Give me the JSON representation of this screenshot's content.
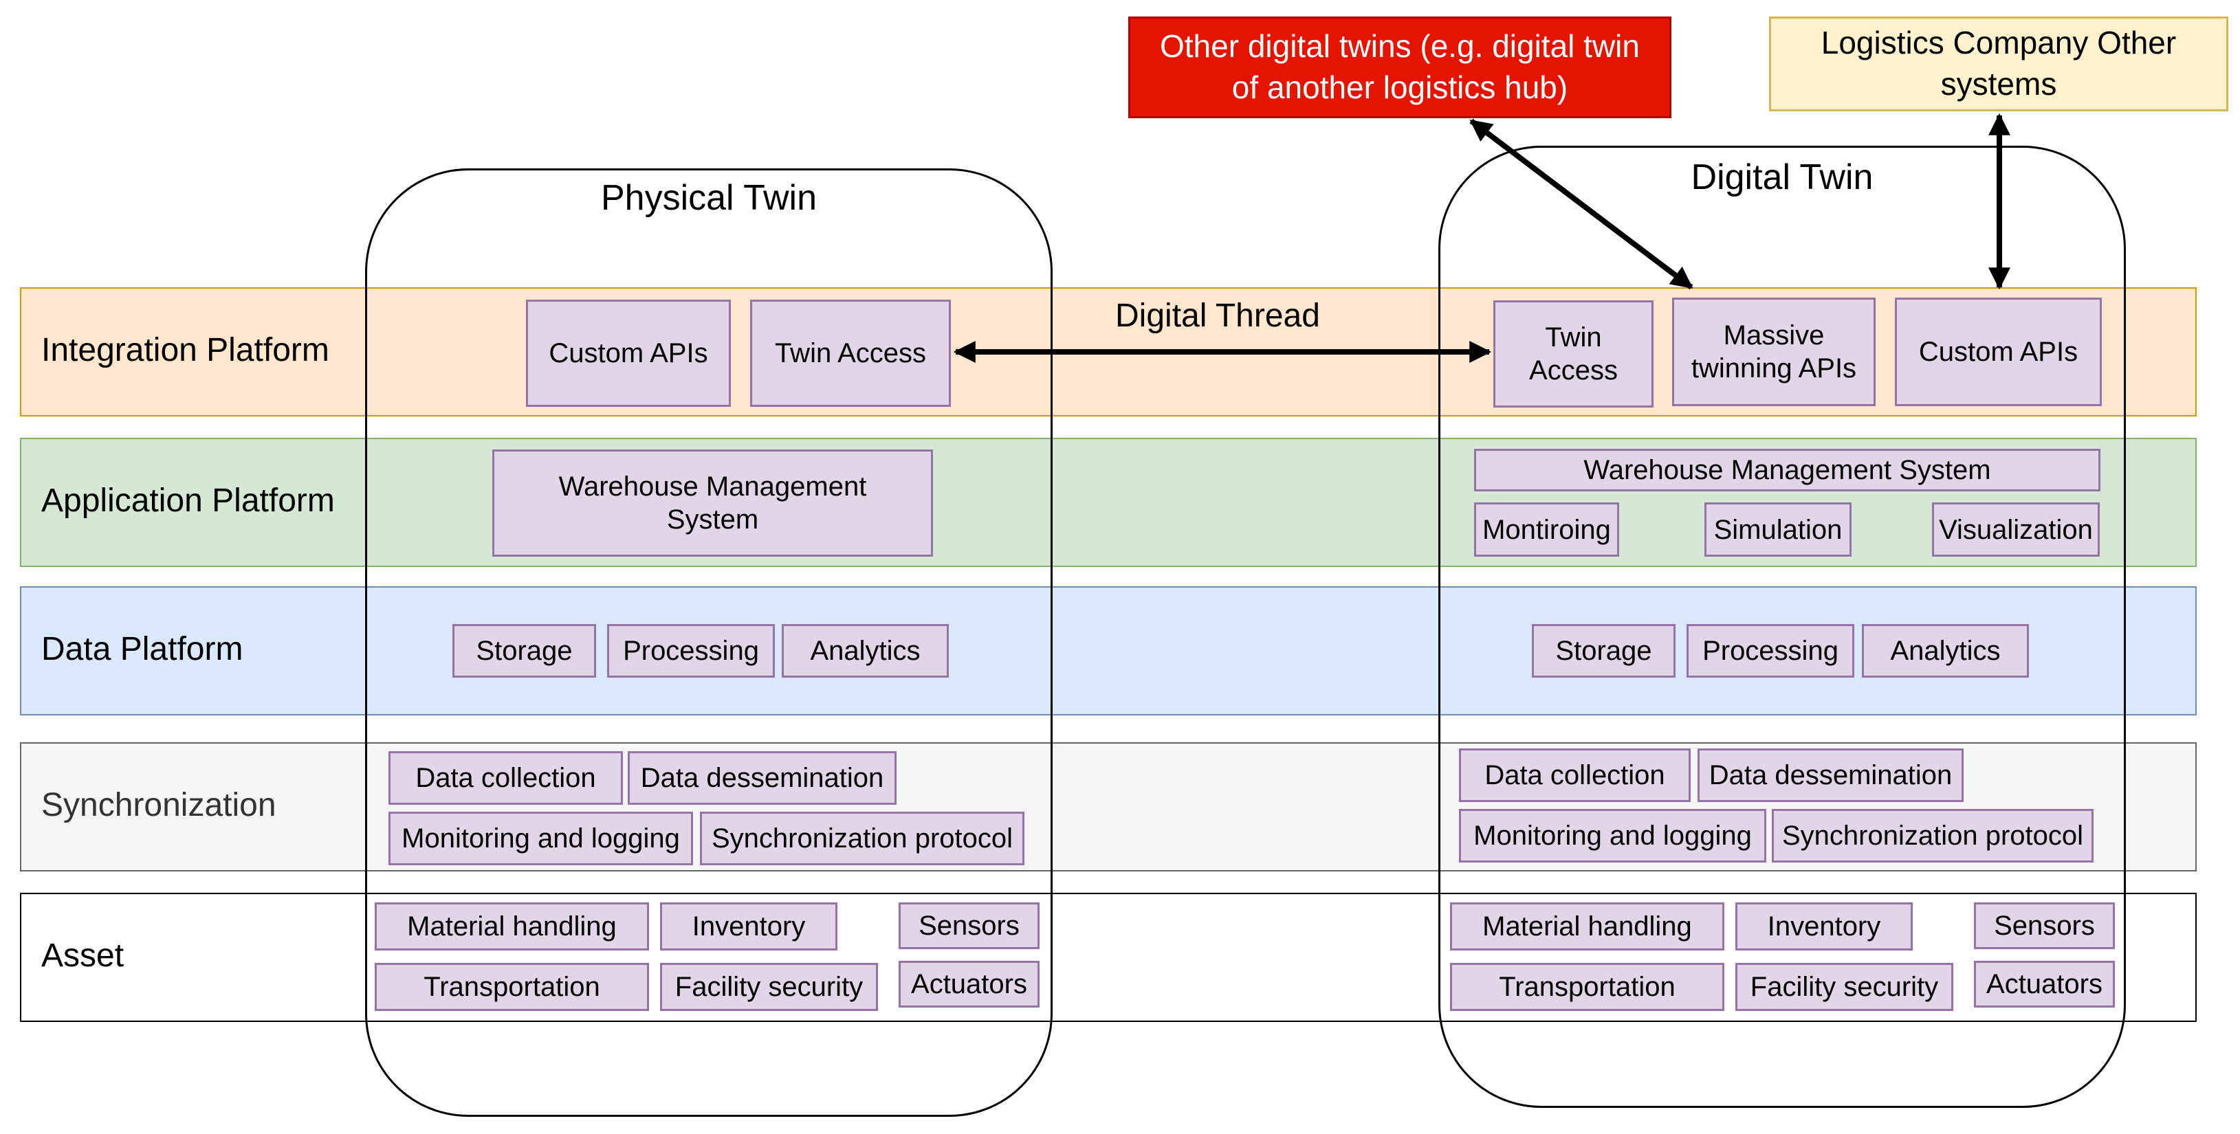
{
  "colors": {
    "integration_fill": "#ffe6cc",
    "integration_border": "#d79b00",
    "application_fill": "#d5e8d4",
    "application_border": "#82b366",
    "data_fill": "#dae8fc",
    "data_border": "#6c8ebf",
    "sync_fill": "#f5f5f5",
    "sync_border": "#666666",
    "asset_fill": "#ffffff",
    "asset_border": "#000000",
    "component_fill": "#e1d5e7",
    "component_border": "#9673a6",
    "other_twins_fill": "#e51400",
    "logistics_fill": "#fff2cc"
  },
  "layers": {
    "integration": "Integration Platform",
    "application": "Application Platform",
    "data": "Data Platform",
    "synchronization": "Synchronization",
    "asset": "Asset"
  },
  "physical_twin": {
    "title": "Physical Twin",
    "integration": {
      "custom_apis": "Custom APIs",
      "twin_access": "Twin Access"
    },
    "application": {
      "wms": "Warehouse Management\nSystem"
    },
    "data": {
      "storage": "Storage",
      "processing": "Processing",
      "analytics": "Analytics"
    },
    "sync": {
      "data_collection": "Data collection",
      "data_dessemination": "Data dessemination",
      "monitoring_logging": "Monitoring and logging",
      "sync_protocol": "Synchronization protocol"
    },
    "asset": {
      "material_handling": "Material handling",
      "inventory": "Inventory",
      "sensors": "Sensors",
      "transportation": "Transportation",
      "facility_security": "Facility security",
      "actuators": "Actuators"
    }
  },
  "digital_twin": {
    "title": "Digital Twin",
    "integration": {
      "twin_access": "Twin\nAccess",
      "massive_apis": "Massive\ntwinning APIs",
      "custom_apis": "Custom APIs"
    },
    "application": {
      "wms": "Warehouse Management System",
      "monitoring": "Montiroing",
      "simulation": "Simulation",
      "visualization": "Visualization"
    },
    "data": {
      "storage": "Storage",
      "processing": "Processing",
      "analytics": "Analytics"
    },
    "sync": {
      "data_collection": "Data collection",
      "data_dessemination": "Data dessemination",
      "monitoring_logging": "Monitoring and logging",
      "sync_protocol": "Synchronization protocol"
    },
    "asset": {
      "material_handling": "Material handling",
      "inventory": "Inventory",
      "sensors": "Sensors",
      "transportation": "Transportation",
      "facility_security": "Facility security",
      "actuators": "Actuators"
    }
  },
  "digital_thread": "Digital Thread",
  "other_twins": "Other digital twins (e.g. digital twin\nof another logistics hub)",
  "logistics_other": "Logistics Company Other\nsystems"
}
